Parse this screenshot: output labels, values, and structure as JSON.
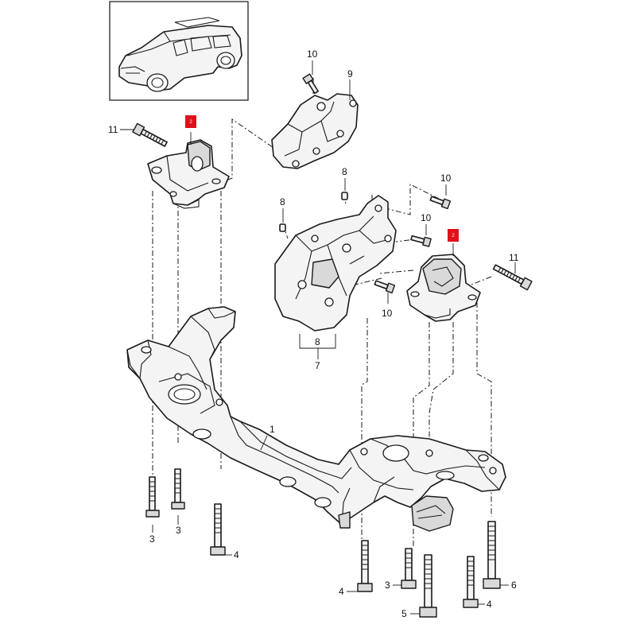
{
  "colors": {
    "line": "#1a1a1a",
    "badge": "#e0101a",
    "background": "#ffffff"
  },
  "callouts": {
    "part_1": "1",
    "badge_left": "2",
    "badge_right": "2",
    "bolt_3_left_a": "3",
    "bolt_3_left_b": "3",
    "bolt_3_bottom": "3",
    "bolt_4_left": "4",
    "bolt_4_bottom": "4",
    "bolt_4_right": "4",
    "bolt_5": "5",
    "bolt_6": "6",
    "bracket_7": "7",
    "bracket_8": "8",
    "screw_8_a": "8",
    "screw_8_b": "8",
    "bracket_9": "9",
    "bolt_10_top": "10",
    "bolt_10_mid_a": "10",
    "bolt_10_mid_b": "10",
    "bolt_10_low": "10",
    "bolt_11_left": "11",
    "bolt_11_right": "11"
  },
  "icons": {
    "vehicle_inset": "suv-vehicle-icon",
    "subframe": "subframe-crossmember-icon",
    "mount_left": "engine-mount-icon",
    "mount_right": "engine-mount-icon",
    "bracket_large": "mounting-bracket-icon",
    "bracket_top": "mounting-bracket-icon",
    "bolt": "bolt-icon",
    "screw": "screw-icon"
  }
}
